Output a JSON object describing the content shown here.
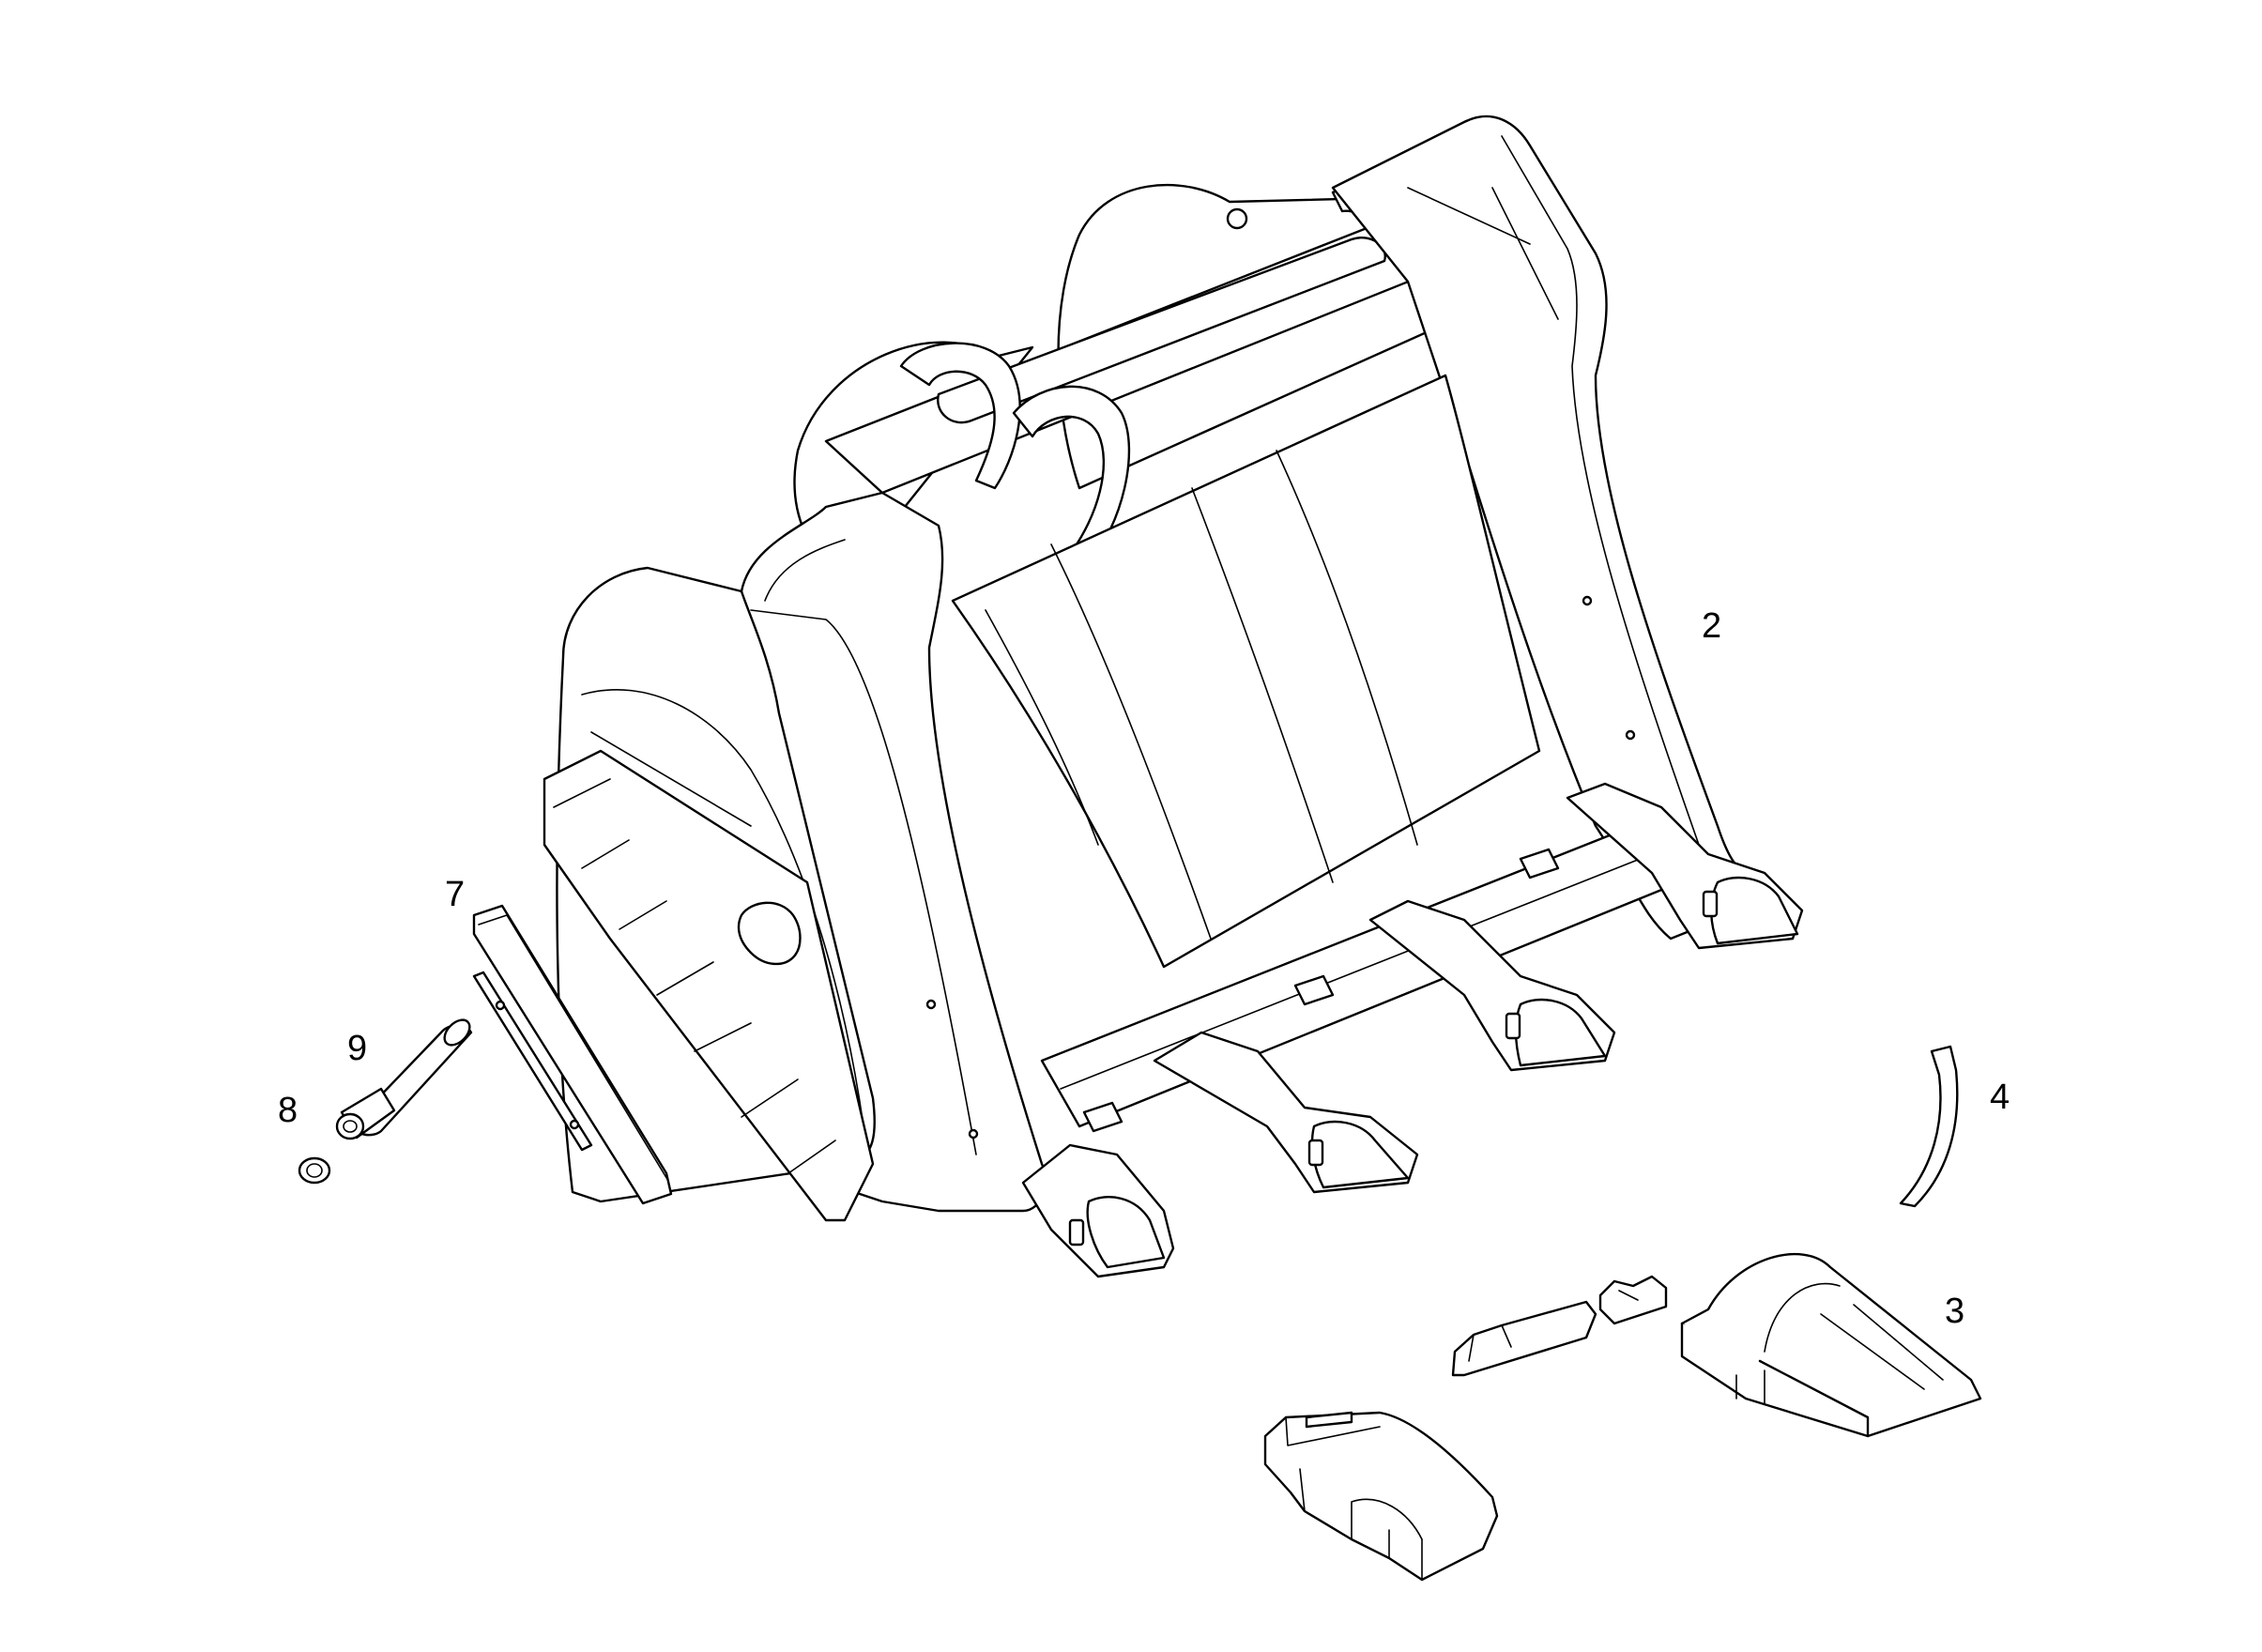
{
  "diagram": {
    "callouts": {
      "c2": "2",
      "c3": "3",
      "c4": "4",
      "c7": "7",
      "c8": "8",
      "c9": "9"
    },
    "line_color": "#000000",
    "background_color": "#ffffff"
  }
}
